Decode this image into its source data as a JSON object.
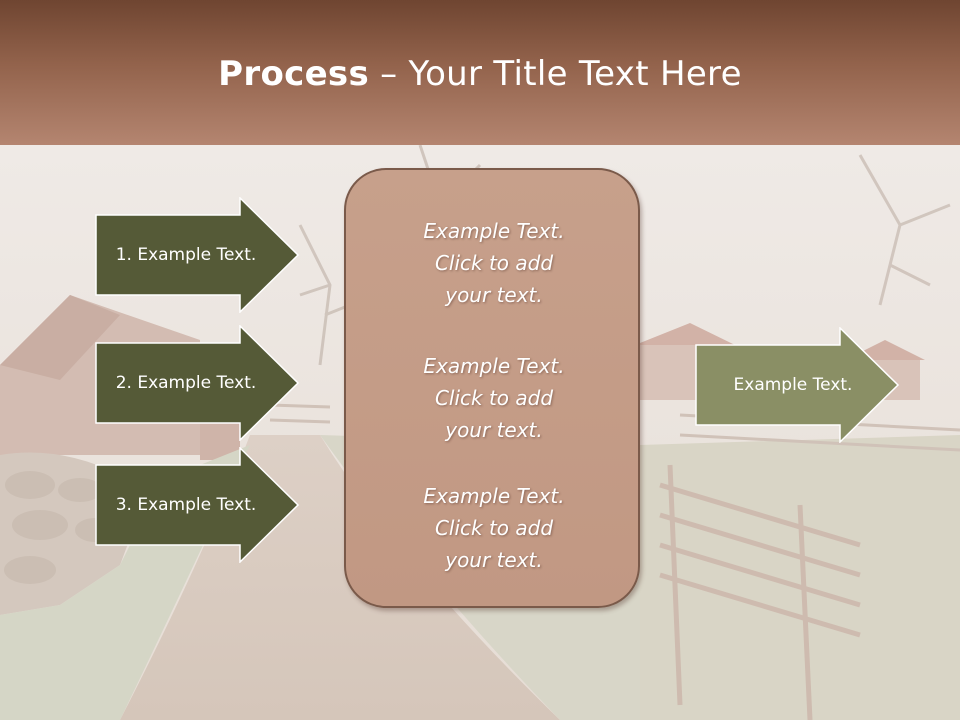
{
  "slide": {
    "title_bold": "Process",
    "title_rest": " – Your Title Text Here"
  },
  "left_arrows": [
    {
      "label": "1. Example Text."
    },
    {
      "label": "2. Example Text."
    },
    {
      "label": "3. Example Text."
    }
  ],
  "center_box": {
    "blocks": [
      "Example Text.\nClick  to add\nyour text.",
      "Example Text.\nClick  to add\nyour text.",
      "Example Text.\nClick  to add\nyour text."
    ]
  },
  "right_arrow": {
    "label": "Example Text."
  },
  "colors": {
    "title_band": "#93634c",
    "arrow_dark": "#555a37",
    "arrow_light": "#8a8f65",
    "box_fill": "#c4a08c",
    "text": "#ffffff"
  }
}
